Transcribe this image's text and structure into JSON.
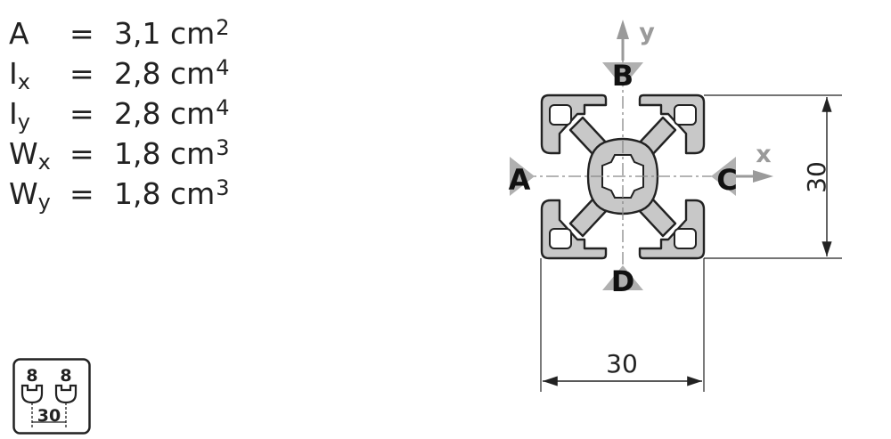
{
  "properties": [
    {
      "symbol": "A",
      "subscript": "",
      "value": "3,1 cm",
      "exponent": "2"
    },
    {
      "symbol": "I",
      "subscript": "x",
      "value": "2,8 cm",
      "exponent": "4"
    },
    {
      "symbol": "I",
      "subscript": "y",
      "value": "2,8 cm",
      "exponent": "4"
    },
    {
      "symbol": "W",
      "subscript": "x",
      "value": "1,8 cm",
      "exponent": "3"
    },
    {
      "symbol": "W",
      "subscript": "y",
      "value": "1,8 cm",
      "exponent": "3"
    }
  ],
  "profile": {
    "axis_x": "x",
    "axis_y": "y",
    "sides": {
      "a": "A",
      "b": "B",
      "c": "C",
      "d": "D"
    },
    "height_dim": "30",
    "width_dim": "30"
  },
  "slot_badge": {
    "slot_left": "8",
    "slot_right": "8",
    "spacing": "30"
  },
  "colors": {
    "profile_fill": "#c8c8c8",
    "outline": "#222222",
    "arrow": "#9a9a9a",
    "dash": "#888888"
  }
}
